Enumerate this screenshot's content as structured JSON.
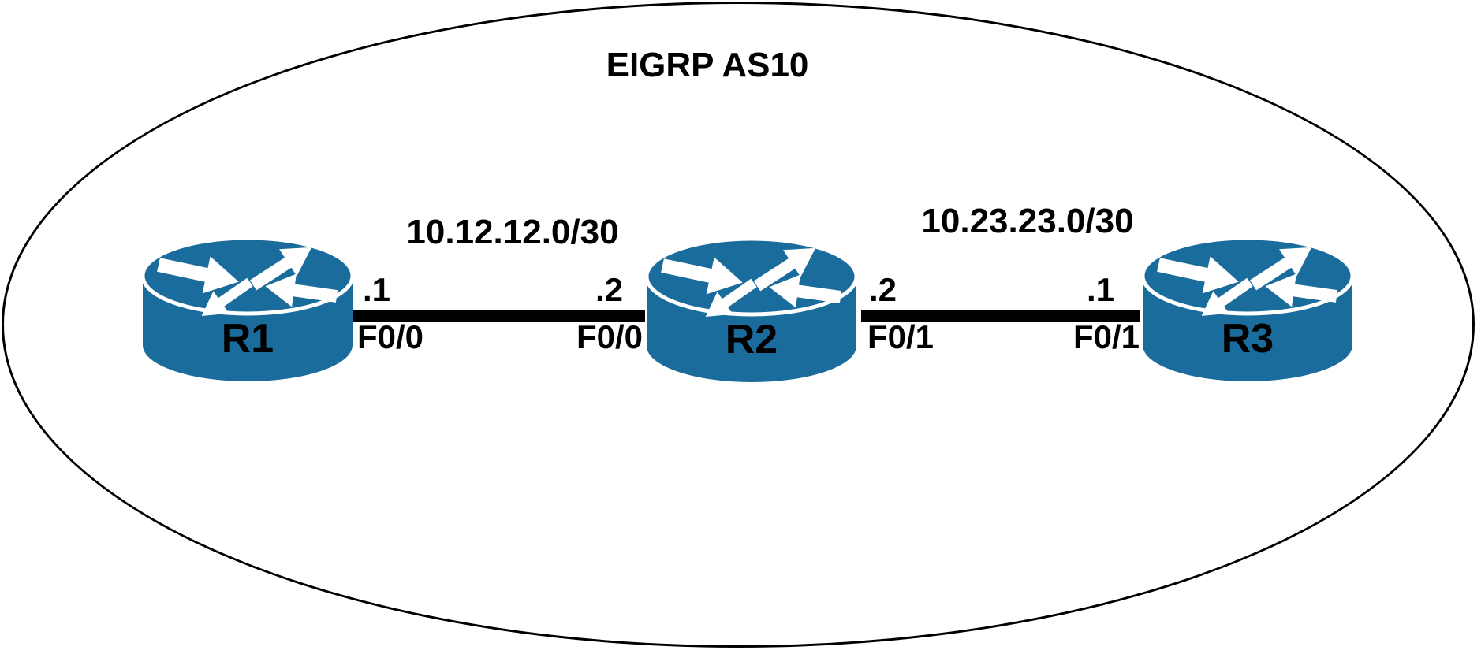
{
  "diagram_title": "EIGRP AS10",
  "routers": [
    {
      "name": "R1"
    },
    {
      "name": "R2"
    },
    {
      "name": "R3"
    }
  ],
  "links": [
    {
      "subnet": "10.12.12.0/30",
      "near_ip": ".1",
      "near_iface": "F0/0",
      "far_ip": ".2",
      "far_iface": "F0/0"
    },
    {
      "subnet": "10.23.23.0/30",
      "near_ip": ".2",
      "near_iface": "F0/1",
      "far_ip": ".1",
      "far_iface": "F0/1"
    }
  ],
  "icons": {
    "router": "cisco-router-cylinder-with-crossing-arrows"
  },
  "colors": {
    "router_fill": "#1A6C9C",
    "link_line": "#000000",
    "label_text": "#000000",
    "boundary_stroke": "#000000",
    "arrow_fill": "#FFFFFF"
  }
}
